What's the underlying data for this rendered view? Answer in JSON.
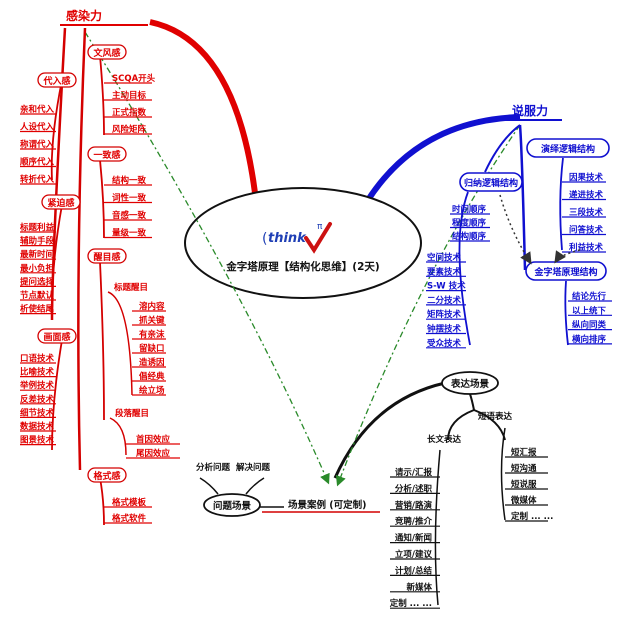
{
  "center": {
    "logo_text": "think",
    "logo_pi": "π",
    "logo_open_paren": "(",
    "title": "金字塔原理【结构化思维】(2天)"
  },
  "left": {
    "title": "感染力",
    "dairu": {
      "label": "代入感",
      "items": [
        "亲和代入",
        "人设代入",
        "称谓代入",
        "顺序代入",
        "转折代入"
      ]
    },
    "jinpo": {
      "label": "紧迫感",
      "items": [
        "标题利益",
        "辅助手段",
        "最新时间",
        "最小负担",
        "提问选择",
        "节点默认",
        "析使结尾"
      ]
    },
    "huamian": {
      "label": "画面感",
      "items": [
        "口语技术",
        "比喻技术",
        "举例技术",
        "反差技术",
        "细节技术",
        "数据技术",
        "图景技术"
      ]
    },
    "wenfeng": {
      "label": "文风感",
      "items": [
        "SCQA开头",
        "主动目标",
        "正式指数",
        "风险矩阵"
      ]
    },
    "yizhi": {
      "label": "一致感",
      "items": [
        "结构一致",
        "词性一致",
        "音感一致",
        "量级一致"
      ]
    },
    "xingmu": {
      "label": "醒目感",
      "title_node": "标题醒目",
      "title_items": [
        "溶内容",
        "抓关键",
        "有亲沫",
        "留缺口",
        "造诱因",
        "倡经典",
        "绘立场"
      ],
      "para_node": "段落醒目",
      "para_items": [
        "首因效应",
        "尾因效应"
      ]
    },
    "geshi": {
      "label": "格式感",
      "items": [
        "格式模板",
        "格式软件"
      ]
    }
  },
  "right": {
    "title": "说服力",
    "deductive": {
      "label": "演绎逻辑结构",
      "items": [
        "因果技术",
        "递进技术",
        "三段技术",
        "问答技术",
        "利益技术"
      ]
    },
    "inductive": {
      "label": "归纳逻辑结构",
      "items_a": [
        "时间顺序",
        "程度顺序",
        "结构顺序"
      ],
      "items_b": [
        "空间技术",
        "要素技术",
        "S-W 技术",
        "二分技术",
        "矩阵技术",
        "钟摆技术",
        "受众技术"
      ]
    },
    "pyramid": {
      "label": "金字塔原理结构",
      "items": [
        "结论先行",
        "以上统下",
        "纵向同类",
        "横向排序"
      ]
    }
  },
  "bottom": {
    "cases_title": "场景案例 (可定制)",
    "problem": {
      "label": "问题场景",
      "items": [
        "分析问题",
        "解决问题"
      ]
    },
    "expression": {
      "label": "表达场景",
      "long": {
        "label": "长文表达",
        "items": [
          "请示/汇报",
          "分析/述职",
          "营销/路演",
          "竞聘/推介",
          "通知/新闻",
          "立项/建议",
          "计划/总结",
          "新媒体",
          "定制 ... ..."
        ]
      },
      "short": {
        "label": "短语表达",
        "items": [
          "短汇报",
          "短沟通",
          "短说服",
          "微媒体",
          "定制 ... ..."
        ]
      }
    }
  },
  "colors": {
    "left_branch": "#e00000",
    "right_branch": "#1010d0",
    "bottom_branch": "#111111",
    "dash_line": "#2a8a2a",
    "check_mark": "#cc1111"
  }
}
